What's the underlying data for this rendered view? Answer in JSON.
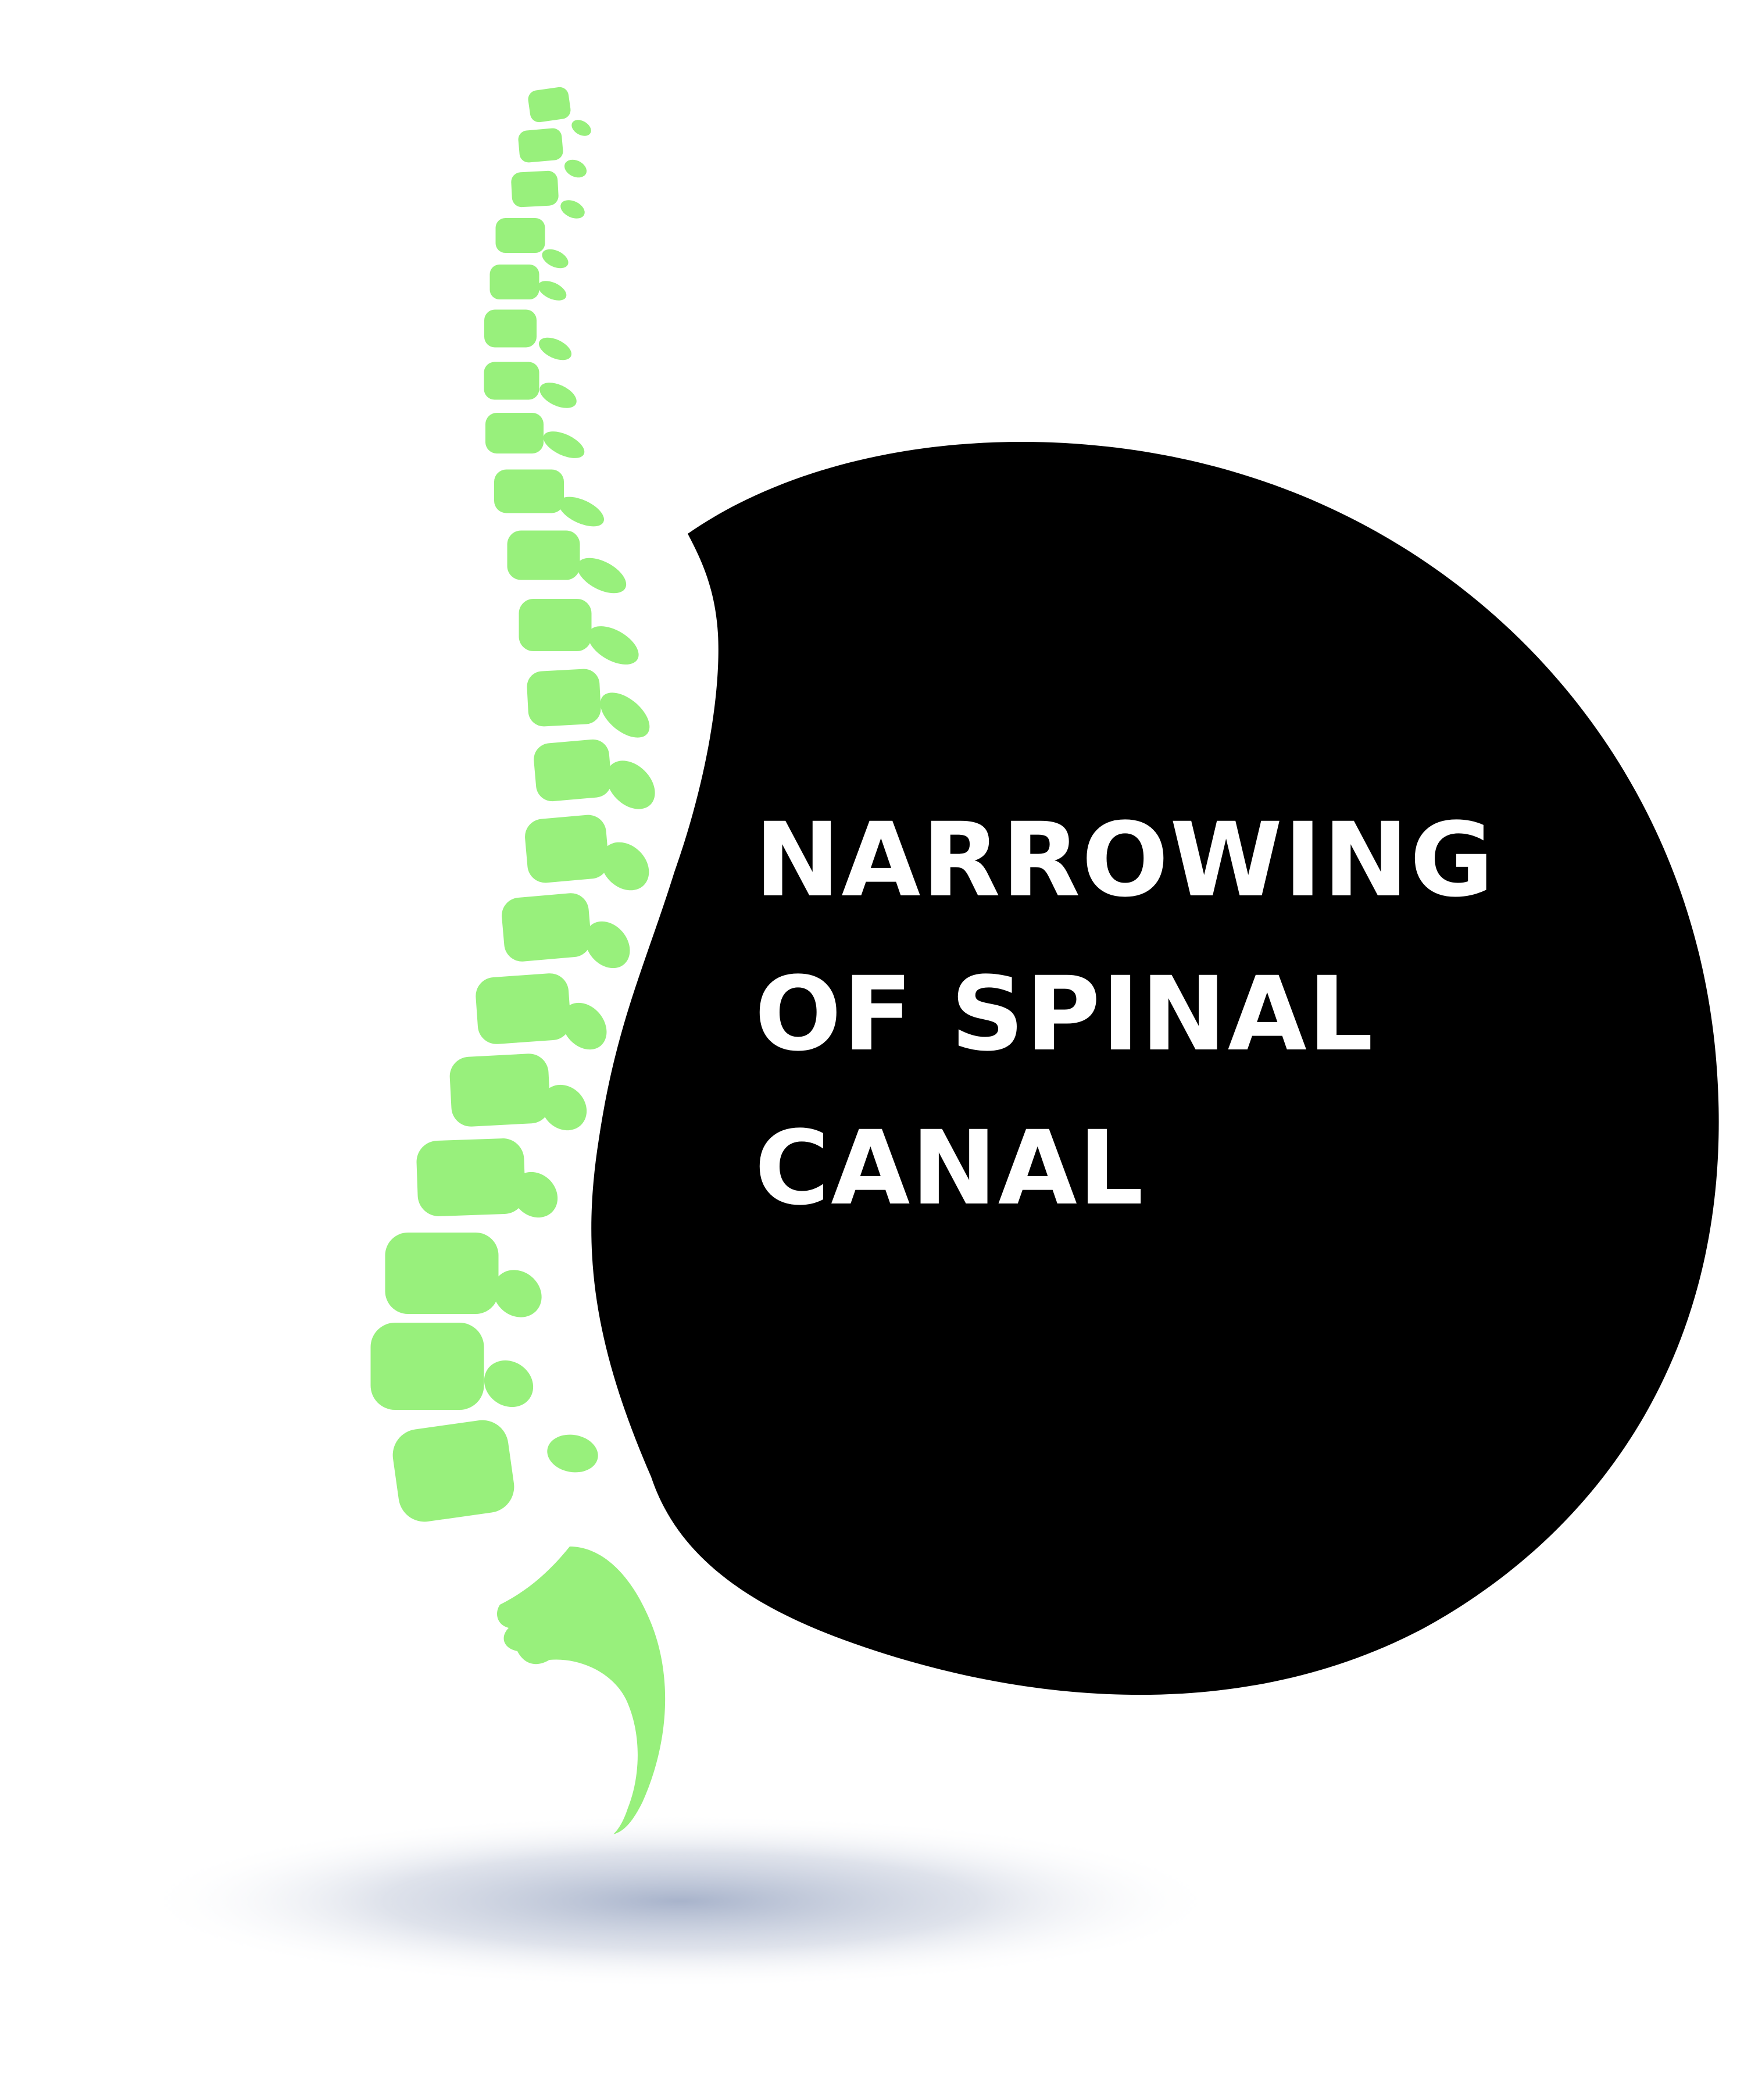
{
  "caption": {
    "lines": [
      "NARROWING",
      "OF SPINAL",
      "CANAL"
    ]
  },
  "colors": {
    "background": "#ffffff",
    "spine": "#98f07c",
    "blob": "#000000",
    "caption_text": "#ffffff",
    "shadow": "#a3afc8"
  },
  "illustration": {
    "spine_icon": "spine-icon",
    "blob_shape": "black-rounded-blob",
    "shadow": "ground-shadow"
  }
}
